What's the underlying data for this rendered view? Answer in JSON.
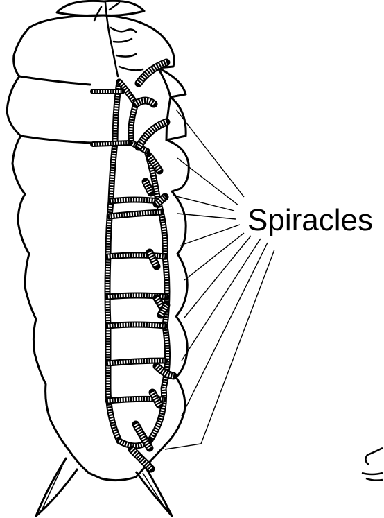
{
  "diagram": {
    "label": "Spiracles",
    "line_color": "#000000",
    "background_color": "#ffffff",
    "tube_fill": "#ffffff",
    "abdominal_segments": 8,
    "thoracic_segments": 3,
    "spiracle_pointer_lines": 10
  }
}
